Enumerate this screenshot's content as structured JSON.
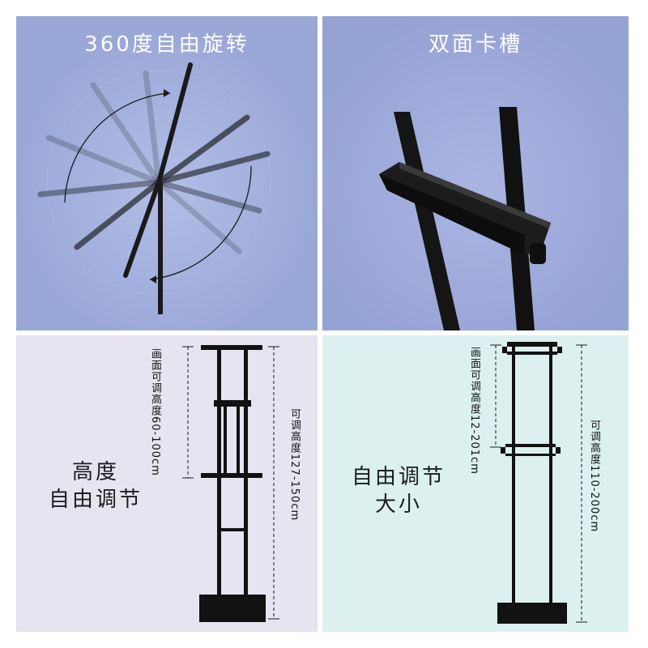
{
  "panels": {
    "rotation": {
      "title": "360度自由旋转",
      "colors": {
        "background": "#9aa8d8",
        "stand": "#1a1a1a"
      },
      "icon": "rotating-frame-illustration"
    },
    "double_slot": {
      "title": "双面卡槽",
      "colors": {
        "background": "#9aa8d8",
        "stand": "#151515"
      },
      "icon": "double-sided-slot-illustration"
    },
    "height_adjust": {
      "caption_line1": "高度",
      "caption_line2": "自由调节",
      "dim_frame": "画面可调高度60-100cm",
      "dim_total": "可调高度127-150cm",
      "colors": {
        "background": "#e7e3f0",
        "stand": "#121212"
      },
      "icon": "adjustable-height-stand"
    },
    "size_adjust": {
      "caption_line1": "自由调节",
      "caption_line2": "大小",
      "dim_frame": "画面可调高度12-201cm",
      "dim_total": "可调高度110-200cm",
      "colors": {
        "background": "#dcf0f0",
        "stand": "#121212"
      },
      "icon": "adjustable-size-frame-stand"
    }
  }
}
